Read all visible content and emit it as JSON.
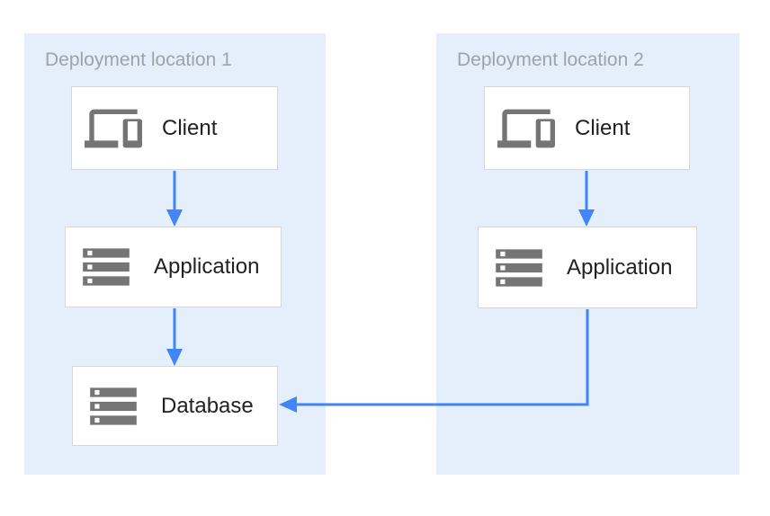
{
  "diagram": {
    "zones": [
      {
        "title": "Deployment location 1",
        "nodes": [
          {
            "label": "Client",
            "icon": "devices-icon"
          },
          {
            "label": "Application",
            "icon": "storage-icon"
          },
          {
            "label": "Database",
            "icon": "storage-icon"
          }
        ]
      },
      {
        "title": "Deployment location 2",
        "nodes": [
          {
            "label": "Client",
            "icon": "devices-icon"
          },
          {
            "label": "Application",
            "icon": "storage-icon"
          }
        ]
      }
    ],
    "connections": [
      "client-1-to-application-1",
      "application-1-to-database-1",
      "client-2-to-application-2",
      "application-2-to-database-1"
    ],
    "colors": {
      "canvas_bg": "#ffffff",
      "zone_bg": "#e4effb",
      "arrow": "#4285f4",
      "icon": "#757575",
      "box_border": "#d5d8da",
      "title_text": "#9ea3a8",
      "label_text": "#212121"
    }
  }
}
